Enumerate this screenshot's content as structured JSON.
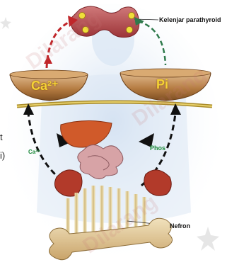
{
  "labels": {
    "parathyroid": "Kelenjar parathyroid",
    "nefron": "Nefron",
    "calcium_pan": "Ca²⁺",
    "phosphate_pan": "Pi",
    "calcium_arrow": "Ca²⁺",
    "phosphate_arrow": "Phos"
  },
  "edge_text": {
    "line1": "t",
    "line2": "i)"
  },
  "watermark": "Dilarang",
  "colors": {
    "gland": "#b9494d",
    "pan": "#c08a4e",
    "bone": "#d9c08f",
    "liver": "#d05a2a",
    "kidney": "#b23a2a",
    "red_arrow": "#c0262a",
    "green_arrow": "#2f7a4c",
    "label_green": "#1c8a3a"
  }
}
